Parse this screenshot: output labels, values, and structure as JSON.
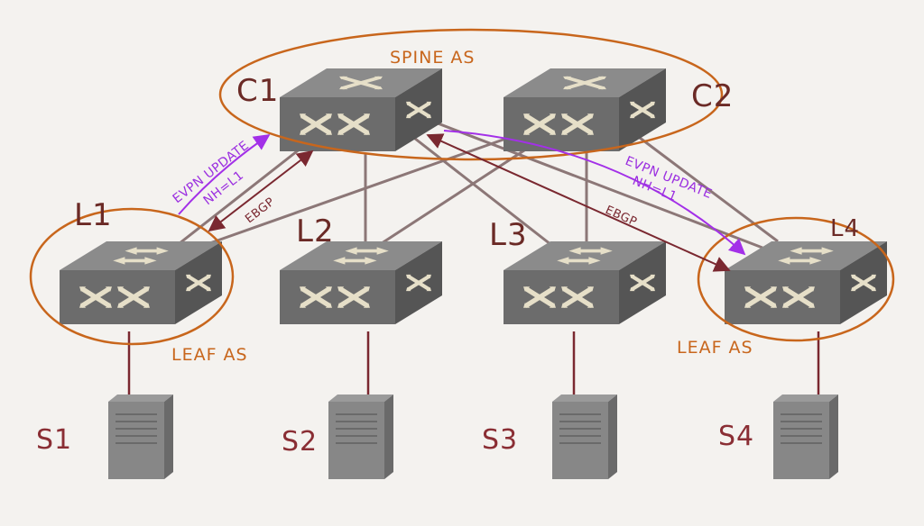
{
  "diagram": {
    "labels": {
      "spine_as": "SPINE AS",
      "leaf_as_left": "LEAF AS",
      "leaf_as_right": "LEAF AS",
      "c1": "C1",
      "c2": "C2",
      "l1": "L1",
      "l2": "L2",
      "l3": "L3",
      "l4": "L4",
      "s1": "S1",
      "s2": "S2",
      "s3": "S3",
      "s4": "S4",
      "evpn_left_1": "EVPN UPDATE",
      "evpn_left_2": "NH=L1",
      "evpn_right_1": "EVPN UPDATE",
      "evpn_right_2": "NH=L1",
      "ebgp_left": "EBGP",
      "ebgp_right": "EBGP"
    },
    "colors": {
      "as_ring": "#c8661c",
      "evpn_arrow": "#a330e8",
      "ebgp_arrow": "#7a2830",
      "link": "#8c7777",
      "server_link": "#7a2830",
      "switch_top": "#8a8a8a",
      "switch_side": "#5f5f5f",
      "switch_glyph": "#e6dfc8",
      "server_body": "#808080"
    },
    "icons": {
      "spine_switch": "crossbar-switch-icon",
      "leaf_switch": "multilayer-switch-icon",
      "server": "server-tower-icon"
    }
  }
}
